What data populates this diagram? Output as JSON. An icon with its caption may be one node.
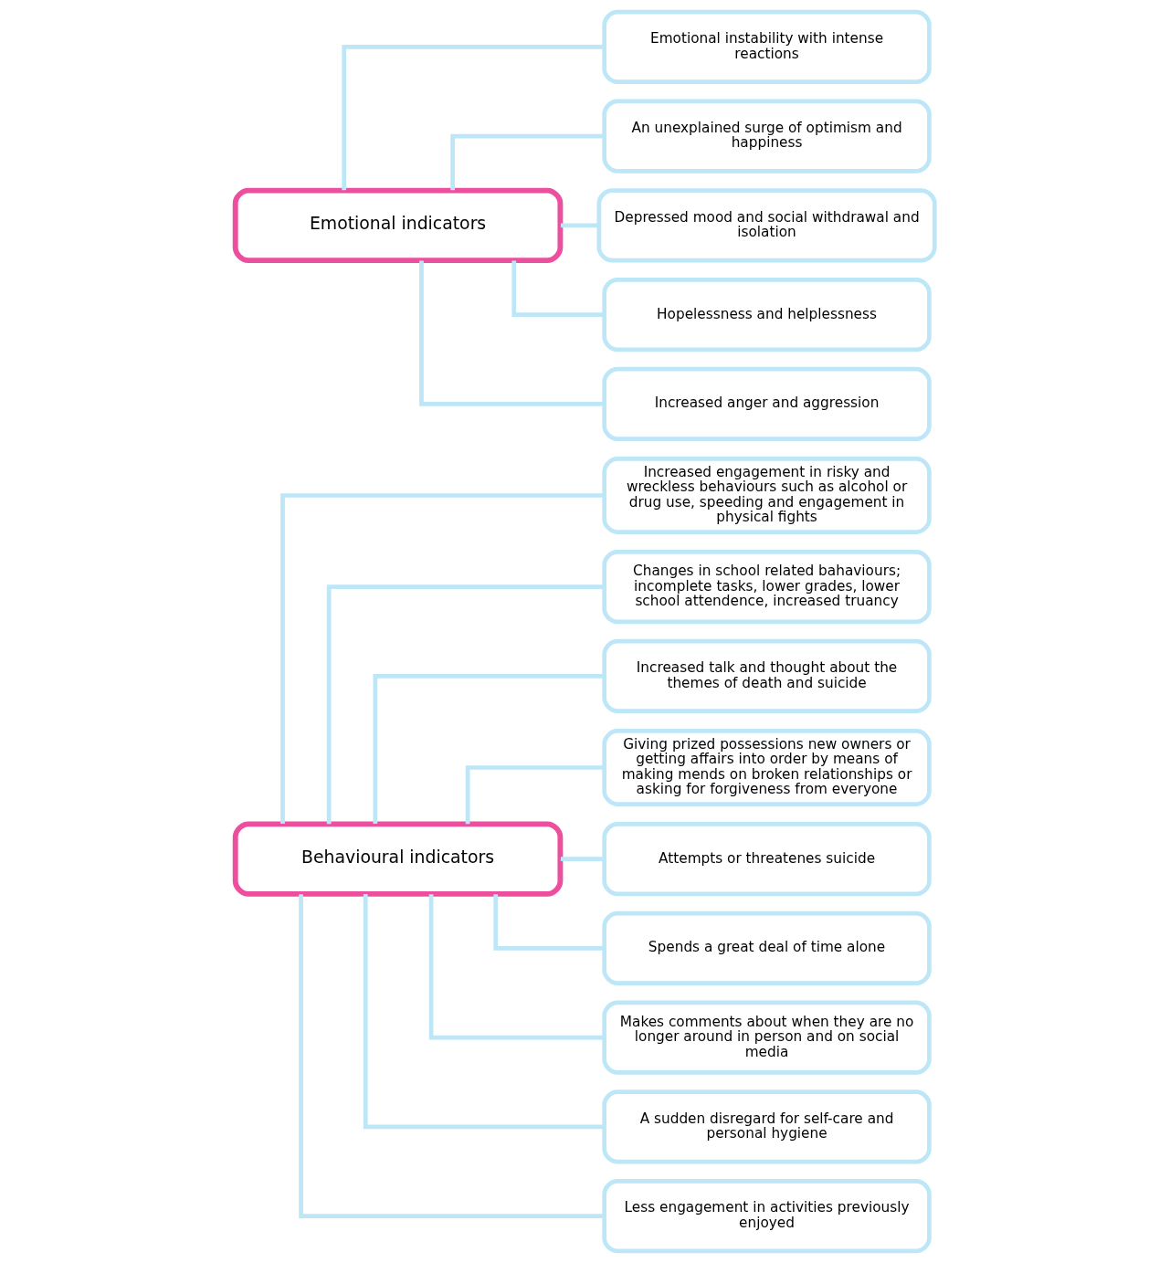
{
  "diagram": {
    "nodes": [
      {
        "text": [
          "Behavioural indicators"
        ]
      },
      {
        "text": [
          "Increased engagement in risky and wreckless behaviours such as alcohol or drug use, speeding and engagement in physical fights"
        ]
      },
      {
        "text": [
          "Changes in school related bahaviours; incomplete tasks, lower grades, lower school attendence, increased truancy"
        ]
      },
      {
        "text": [
          "Increased talk and thought about the themes of death and suicide"
        ]
      },
      {
        "text": [
          "Giving prized possessions new owners or getting affairs into order by means of making mends on broken relationships or asking for forgiveness from everyone"
        ]
      },
      {
        "text": [
          "Attempts or threatenes suicide"
        ]
      },
      {
        "text": [
          "Spends a great deal of time alone"
        ]
      },
      {
        "text": [
          "Makes comments about when they are no longer around in person and on social media"
        ]
      },
      {
        "text": [
          "A sudden disregard for self-care and personal hygiene"
        ]
      },
      {
        "text": [
          "Less engagement in activities previously enjoyed"
        ]
      },
      {
        "text": [
          "Emotional indicators"
        ]
      },
      {
        "text": [
          "Emotional instability with intense reactions"
        ]
      },
      {
        "text": [
          "An unexplained surge of optimism and happiness"
        ]
      },
      {
        "text": [
          "Depressed mood and social withdrawal and isolation"
        ]
      },
      {
        "text": [
          "Hopelessness and helplessness"
        ]
      },
      {
        "text": [
          "Increased anger and aggression"
        ]
      }
    ],
    "edges": [
      {
        "from": 0,
        "to": 1,
        "arrow": "none"
      },
      {
        "from": 0,
        "to": 2,
        "arrow": "none"
      },
      {
        "from": 0,
        "to": 3,
        "arrow": "none"
      },
      {
        "from": 0,
        "to": 4,
        "arrow": "none"
      },
      {
        "from": 0,
        "to": 5,
        "arrow": "none"
      },
      {
        "from": 0,
        "to": 6,
        "arrow": "none"
      },
      {
        "from": 0,
        "to": 7,
        "arrow": "none"
      },
      {
        "from": 0,
        "to": 8,
        "arrow": "none"
      },
      {
        "from": 0,
        "to": 9,
        "arrow": "none"
      },
      {
        "from": 10,
        "to": 11,
        "arrow": "none"
      },
      {
        "from": 10,
        "to": 12,
        "arrow": "none"
      },
      {
        "from": 10,
        "to": 13,
        "arrow": "none"
      },
      {
        "from": 10,
        "to": 14,
        "arrow": "none"
      },
      {
        "from": 10,
        "to": 15,
        "arrow": "none"
      }
    ]
  }
}
